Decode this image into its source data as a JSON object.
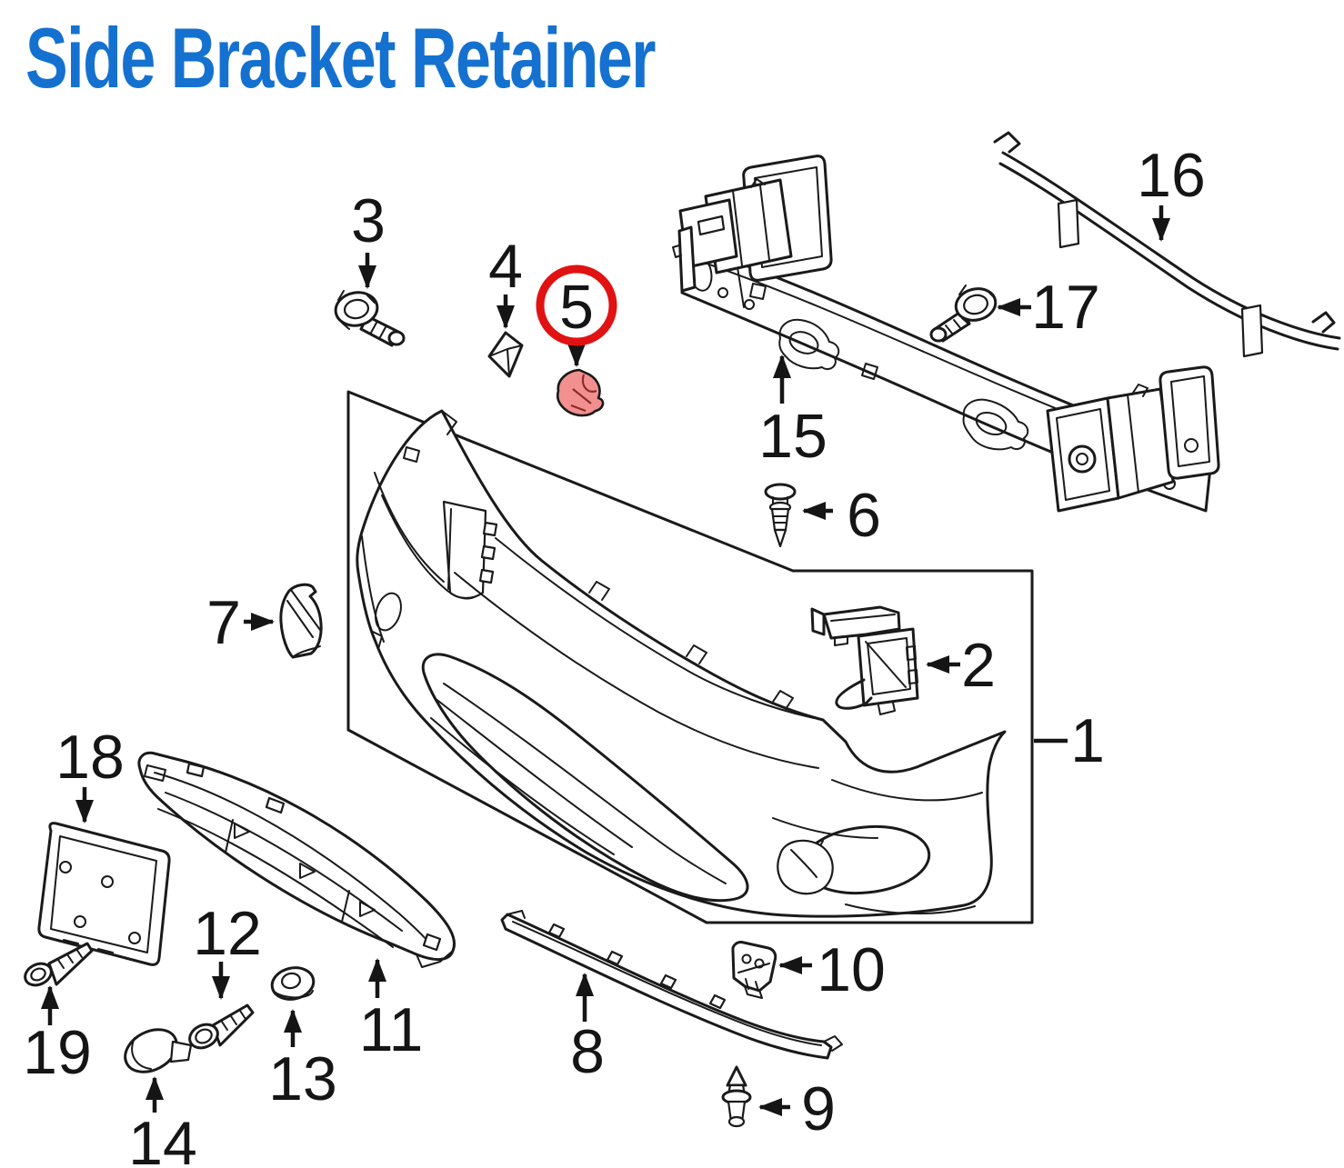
{
  "page": {
    "title": "Side Bracket Retainer"
  },
  "colors": {
    "title": "#1571d0",
    "highlight": "#e11212",
    "highlight_fill": "#f29090",
    "ink": "#1a1a1a"
  },
  "diagram": {
    "type": "exploded-parts-diagram",
    "subject": "front bumper assembly",
    "highlighted_part": "5",
    "labels": {
      "p1": "1",
      "p2": "2",
      "p3": "3",
      "p4": "4",
      "p5": "5",
      "p6": "6",
      "p7": "7",
      "p8": "8",
      "p9": "9",
      "p10": "10",
      "p11": "11",
      "p12": "12",
      "p13": "13",
      "p14": "14",
      "p15": "15",
      "p16": "16",
      "p17": "17",
      "p18": "18",
      "p19": "19"
    }
  }
}
